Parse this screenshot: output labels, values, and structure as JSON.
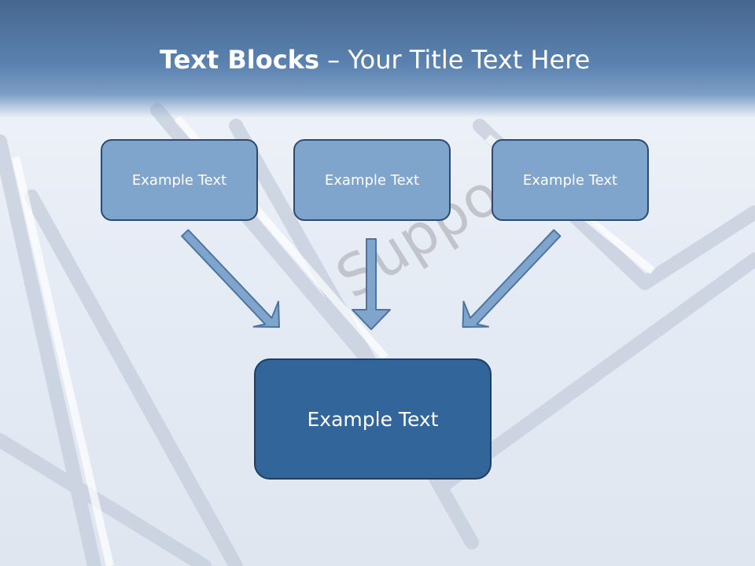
{
  "slide": {
    "title_bold": "Text Blocks",
    "title_dash": "–",
    "title_rest": "Your Title Text Here",
    "watermark": "Support",
    "source_boxes": [
      {
        "label": "Example Text"
      },
      {
        "label": "Example Text"
      },
      {
        "label": "Example Text"
      }
    ],
    "target_box": {
      "label": "Example Text"
    }
  },
  "colors": {
    "header": "#5b82b0",
    "small_box": "#7fa5cc",
    "large_box": "#32659a",
    "border": "#2b4a72",
    "arrow": "#7fa5cc"
  }
}
